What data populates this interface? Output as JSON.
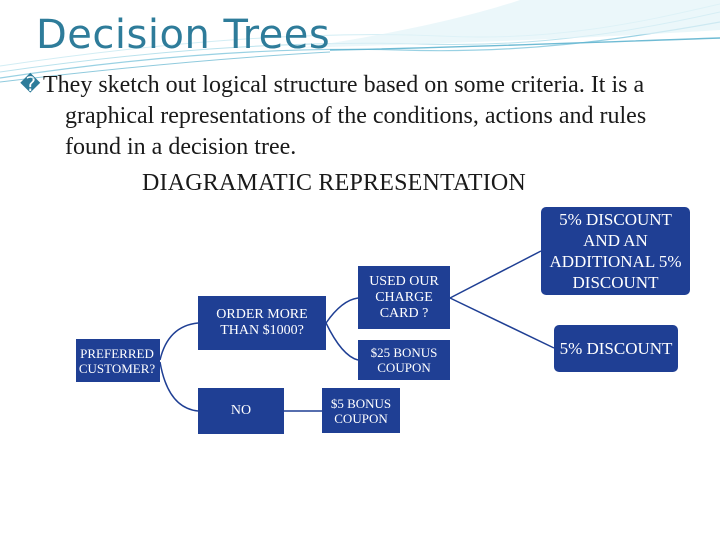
{
  "slide": {
    "title": "Decision Trees",
    "bullet_marker": "�",
    "bullet_text": "They sketch out logical structure based on some criteria. It is a graphical representations of the conditions, actions and rules found in a decision tree.",
    "subheading": "DIAGRAMATIC REPRESENTATION"
  },
  "tree": {
    "preferred_customer": "PREFERRED CUSTOMER?",
    "order_more": "ORDER MORE THAN $1000?",
    "no": "NO",
    "charge_card": "USED OUR CHARGE CARD ?",
    "bonus_25": "$25 BONUS COUPON",
    "bonus_5": "$5 BONUS COUPON",
    "discount_additional": "5% DISCOUNT AND AN ADDITIONAL 5% DISCOUNT",
    "discount_5": "5% DISCOUNT"
  },
  "colors": {
    "title": "#2e7c9a",
    "node_fill": "#1f3f94",
    "node_text": "#ffffff",
    "connector": "#1f3f94"
  }
}
